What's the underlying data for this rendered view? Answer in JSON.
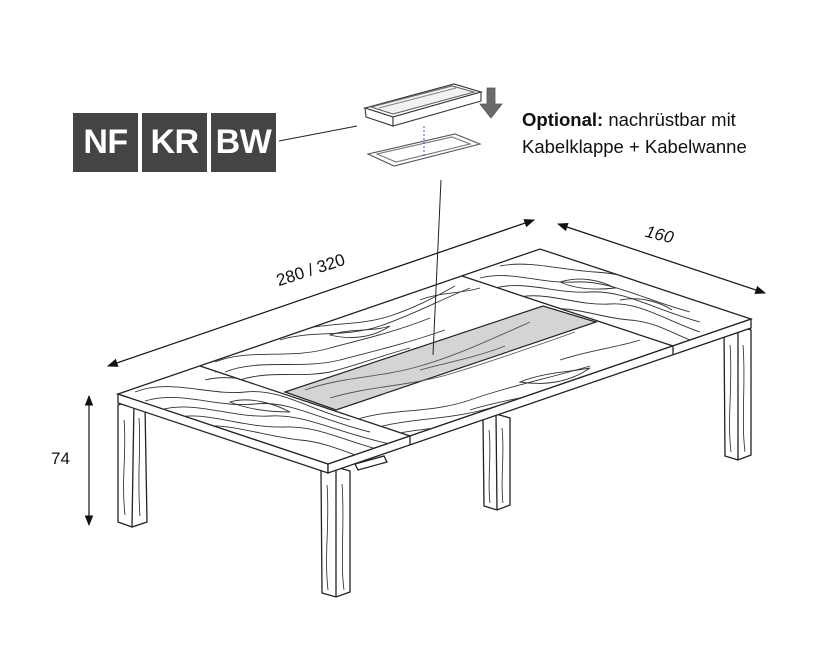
{
  "badges": [
    "NF",
    "KR",
    "BW"
  ],
  "note": {
    "bold": "Optional:",
    "line1_rest": " nachrüstbar mit",
    "line2": "Kabelklappe + Kabelwanne"
  },
  "dimensions": {
    "length": "280 / 320",
    "depth": "160",
    "height": "74"
  },
  "colors": {
    "badge_bg": "#444446",
    "tray_fill": "#d4d4d4",
    "arrow": "#6a6a6a"
  }
}
